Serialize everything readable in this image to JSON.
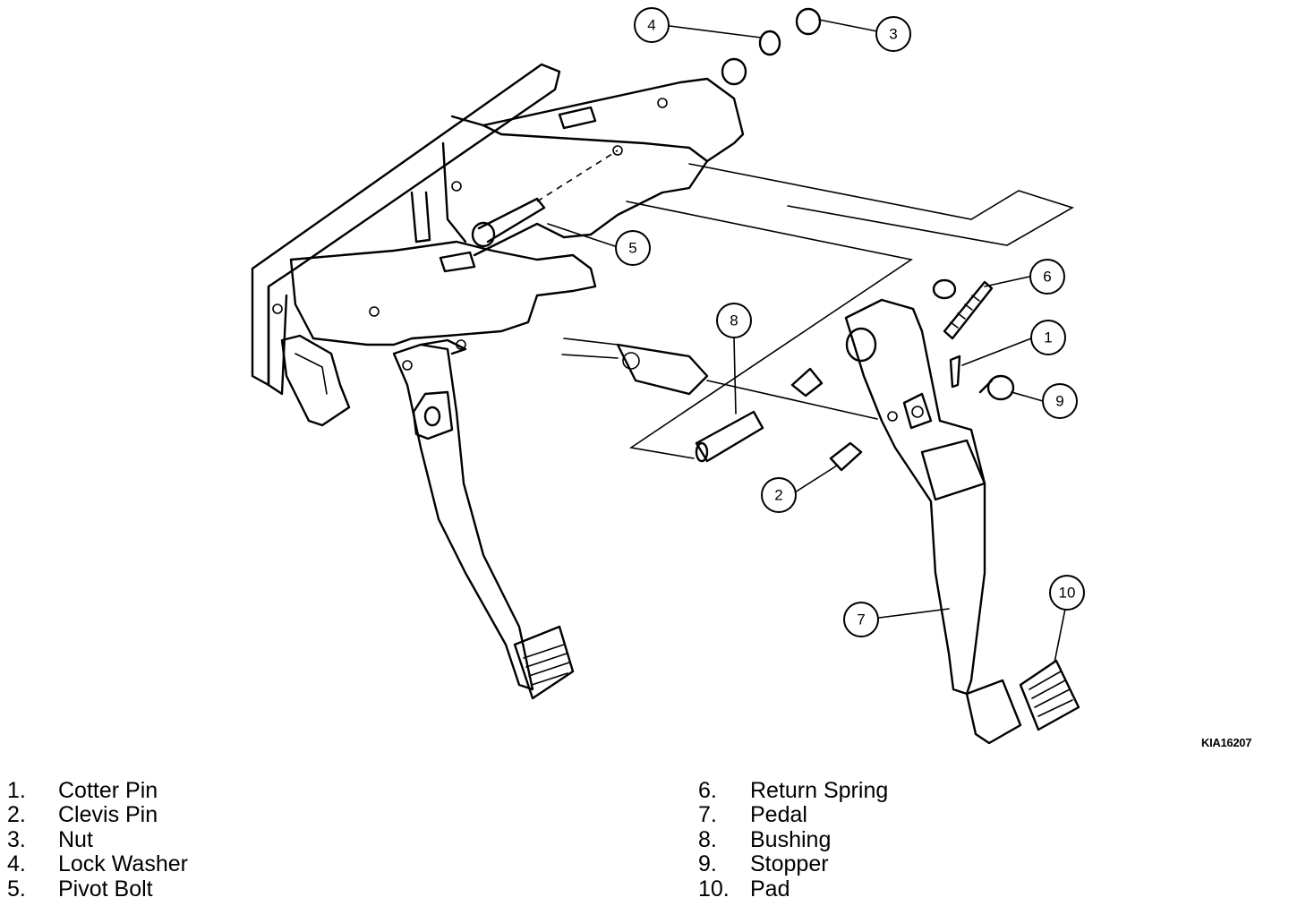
{
  "figure": {
    "reference_code": "KIA16207",
    "callouts": [
      "1",
      "2",
      "3",
      "4",
      "5",
      "6",
      "7",
      "8",
      "9",
      "10"
    ]
  },
  "legend": {
    "left": [
      {
        "num": "1.",
        "label": "Cotter Pin"
      },
      {
        "num": "2.",
        "label": "Clevis Pin"
      },
      {
        "num": "3.",
        "label": "Nut"
      },
      {
        "num": "4.",
        "label": "Lock Washer"
      },
      {
        "num": "5.",
        "label": "Pivot Bolt"
      }
    ],
    "right": [
      {
        "num": "6.",
        "label": "Return Spring"
      },
      {
        "num": "7.",
        "label": "Pedal"
      },
      {
        "num": "8.",
        "label": "Bushing"
      },
      {
        "num": "9.",
        "label": "Stopper"
      },
      {
        "num": "10.",
        "label": "Pad"
      }
    ]
  }
}
